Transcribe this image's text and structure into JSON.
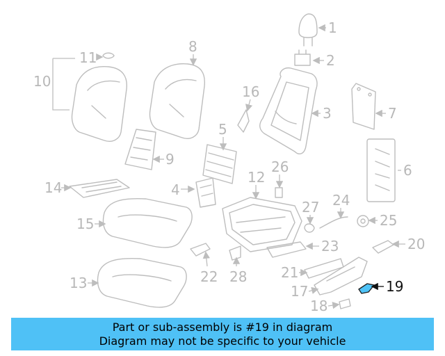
{
  "diagram": {
    "highlighted_part": "19",
    "callouts": [
      "1",
      "2",
      "3",
      "4",
      "5",
      "6",
      "7",
      "8",
      "9",
      "10",
      "11",
      "12",
      "13",
      "14",
      "15",
      "16",
      "17",
      "18",
      "19",
      "20",
      "21",
      "22",
      "23",
      "24",
      "25",
      "26",
      "27",
      "28"
    ]
  },
  "banner": {
    "line1": "Part or sub-assembly is #19 in diagram",
    "line2": "Diagram may not be specific to your vehicle",
    "color": "#4fc1f6"
  }
}
